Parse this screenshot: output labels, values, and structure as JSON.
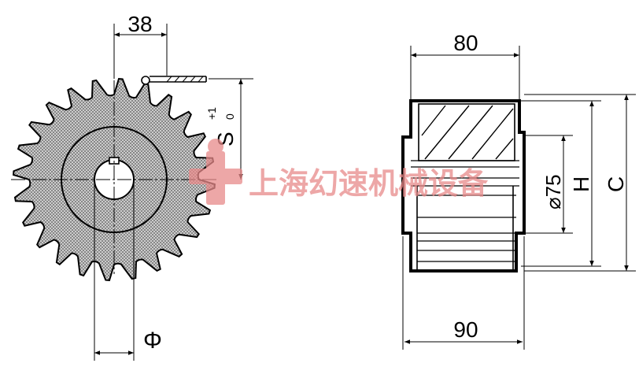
{
  "dimensions": {
    "left_top": "38",
    "stroke_label": "S",
    "tol_upper": "+1",
    "tol_lower": "0",
    "bore": "Φ",
    "right_top": "80",
    "right_bottom": "90",
    "diameter": "⌀75",
    "height_h": "H",
    "height_c": "C"
  },
  "watermark": {
    "text": "上海幻速机械设备"
  },
  "colors": {
    "line": "#000000",
    "watermark": "#e88a8a",
    "hatch_fill": "#c8c8c8"
  }
}
